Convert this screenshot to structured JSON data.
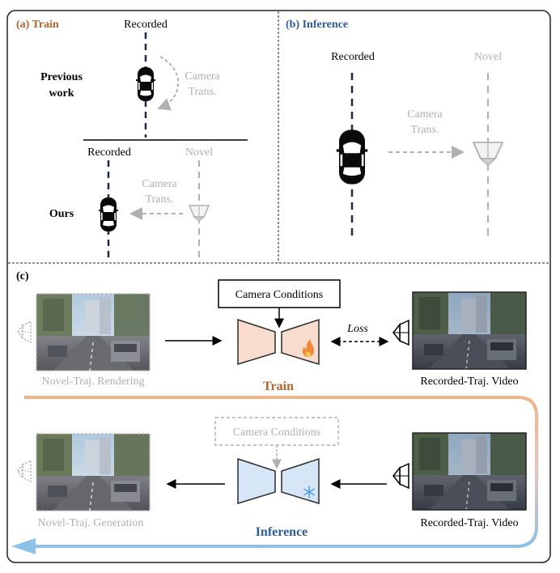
{
  "panel_a": {
    "title": "(a) Train",
    "previous_work_line1": "Previous",
    "previous_work_line2": "work",
    "ours": "Ours",
    "recorded_top": "Recorded",
    "camera_trans_top_line1": "Camera",
    "camera_trans_top_line2": "Trans.",
    "recorded_bottom": "Recorded",
    "novel_bottom": "Novel",
    "camera_trans_bottom_line1": "Camera",
    "camera_trans_bottom_line2": "Trans."
  },
  "panel_b": {
    "title": "(b) Inference",
    "recorded": "Recorded",
    "novel": "Novel",
    "camera_trans_line1": "Camera",
    "camera_trans_line2": "Trans."
  },
  "panel_c": {
    "title": "(c)",
    "camera_conditions_train": "Camera Conditions",
    "camera_conditions_inference": "Camera Conditions",
    "loss": "Loss",
    "train_label": "Train",
    "inference_label": "Inference",
    "novel_traj_rendering": "Novel-Traj. Rendering",
    "recorded_traj_video_train": "Recorded-Traj. Video",
    "novel_traj_generation": "Novel-Traj. Generation",
    "recorded_traj_video_inference": "Recorded-Traj. Video",
    "fire_icon": "fire-icon",
    "snowflake_icon": "snowflake-icon"
  },
  "colors": {
    "train_title": "#b5622d",
    "inference_title": "#2e5c9c",
    "train_bar": "#f0b48a",
    "inference_bar": "#8ec0e8",
    "model_train_fill": "#f8dccd",
    "model_inference_fill": "#d7e6f6",
    "gray": "#b0b0b0",
    "navy": "#1f2a44"
  }
}
